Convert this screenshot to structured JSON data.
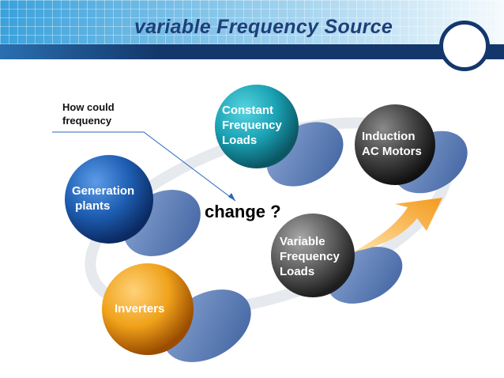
{
  "title": "variable Frequency Source",
  "question": "How could\nfrequency",
  "change_label": "change ?",
  "nodes": [
    {
      "id": "generation",
      "label": "Generation\n plants",
      "color": "#1e5fb3",
      "dark": "#0b2a63"
    },
    {
      "id": "constant",
      "label": "Constant\nFrequency\nLoads",
      "color": "#1aa2b4",
      "dark": "#0b5663"
    },
    {
      "id": "induction",
      "label": "Induction\nAC Motors",
      "color": "#555555",
      "dark": "#111111"
    },
    {
      "id": "variable",
      "label": "Variable\nFrequency\nLoads",
      "color": "#6d6d6d",
      "dark": "#1e1e1e"
    },
    {
      "id": "inverters",
      "label": "Inverters",
      "color": "#f0a21a",
      "dark": "#9a4c00"
    }
  ],
  "colors": {
    "header_dark": "#13376b",
    "header_light": "#3aa1dc",
    "shadow": "#5f7fb3",
    "arrow": "#f5a623",
    "pointer_line": "#2a66b8"
  }
}
